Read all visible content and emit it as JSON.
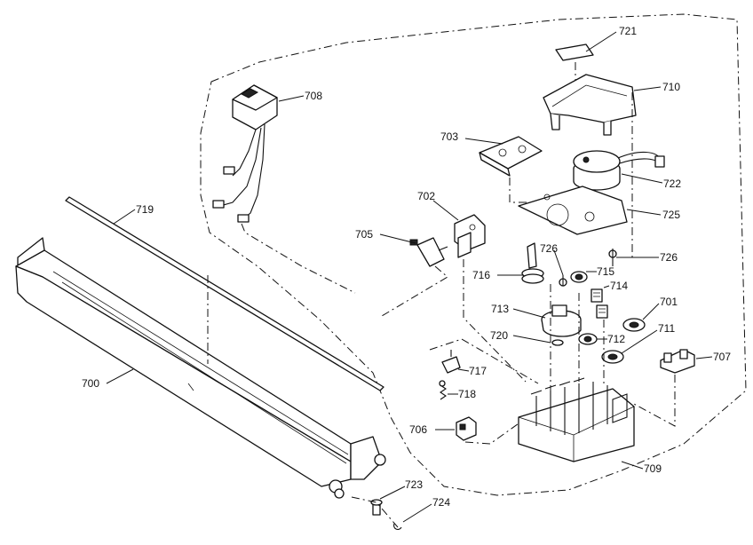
{
  "callouts": [
    {
      "id": "p721",
      "text": "721"
    },
    {
      "id": "p708",
      "text": "708"
    },
    {
      "id": "p710",
      "text": "710"
    },
    {
      "id": "p703",
      "text": "703"
    },
    {
      "id": "p722",
      "text": "722"
    },
    {
      "id": "p719",
      "text": "719"
    },
    {
      "id": "p702",
      "text": "702"
    },
    {
      "id": "p725",
      "text": "725"
    },
    {
      "id": "p705",
      "text": "705"
    },
    {
      "id": "p726a",
      "text": "726"
    },
    {
      "id": "p726b",
      "text": "726"
    },
    {
      "id": "p716",
      "text": "716"
    },
    {
      "id": "p715",
      "text": "715"
    },
    {
      "id": "p714",
      "text": "714"
    },
    {
      "id": "p701",
      "text": "701"
    },
    {
      "id": "p713",
      "text": "713"
    },
    {
      "id": "p720",
      "text": "720"
    },
    {
      "id": "p712",
      "text": "712"
    },
    {
      "id": "p711",
      "text": "711"
    },
    {
      "id": "p707",
      "text": "707"
    },
    {
      "id": "p700",
      "text": "700"
    },
    {
      "id": "p717",
      "text": "717"
    },
    {
      "id": "p718",
      "text": "718"
    },
    {
      "id": "p706",
      "text": "706"
    },
    {
      "id": "p709",
      "text": "709"
    },
    {
      "id": "p723",
      "text": "723"
    },
    {
      "id": "p724",
      "text": "724"
    }
  ]
}
